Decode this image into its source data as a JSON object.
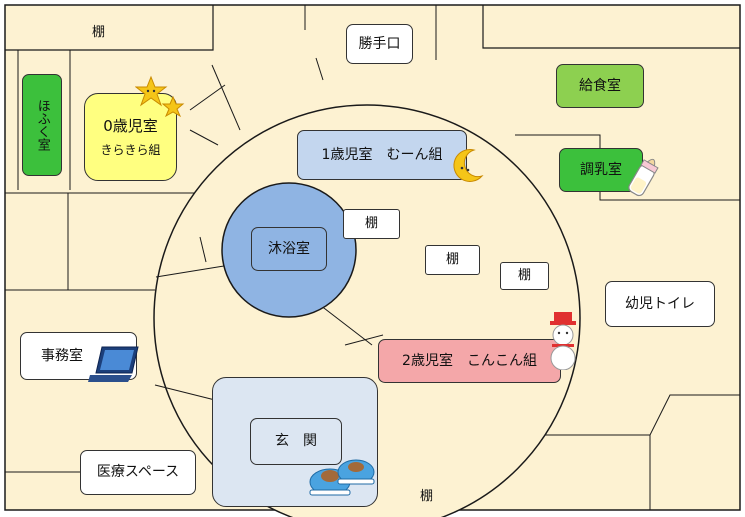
{
  "colors": {
    "floor": "#fdf2d2",
    "line": "#1a1a1a",
    "hofuku": "#3cc03c",
    "room0": "#ffff80",
    "room1": "#c3d6ee",
    "room2": "#f4a7a9",
    "kyushoku": "#8dd050",
    "chonyu": "#3cc03c",
    "bath": "#8fb4e3",
    "entrance": "#dce6f2"
  },
  "rooms": {
    "hofuku": "ほふく室",
    "room0_line1": "0歳児室",
    "room0_line2": "きらきら組",
    "room1": "1歳児室　むーん組",
    "room2": "2歳児室　こんこん組",
    "katteguchi": "勝手口",
    "kyushoku": "給食室",
    "chonyu": "調乳室",
    "yoji_toilet": "幼児トイレ",
    "bath": "沐浴室",
    "entrance": "玄　関",
    "office": "事務室",
    "medical": "医療スペース"
  },
  "shelves": {
    "top_left": "棚",
    "near_bath": "棚",
    "center": "棚",
    "right": "棚",
    "bottom": "棚"
  },
  "icons": [
    "star-icon",
    "moon-icon",
    "baby-bottle-icon",
    "snowman-icon",
    "laptop-icon",
    "shoes-icon"
  ]
}
